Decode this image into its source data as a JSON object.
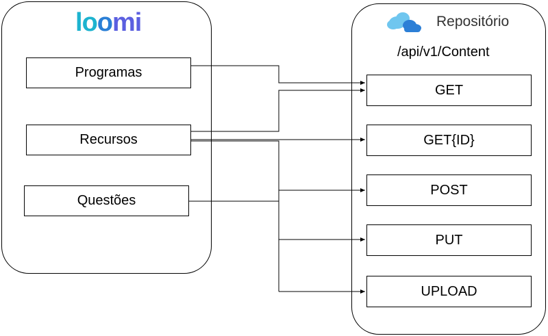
{
  "left": {
    "logo_text": "loomi",
    "items": [
      {
        "label": "Programas"
      },
      {
        "label": "Recursos"
      },
      {
        "label": "Questões"
      }
    ]
  },
  "right": {
    "title": "Repositório",
    "api_path": "/api/v1/Content",
    "icon": "cloud-icon",
    "endpoints": [
      {
        "label": "GET"
      },
      {
        "label": "GET{ID}"
      },
      {
        "label": "POST"
      },
      {
        "label": "PUT"
      },
      {
        "label": "UPLOAD"
      }
    ]
  },
  "colors": {
    "loomi_light": "#1db3cf",
    "loomi_mid": "#2a7fd6",
    "loomi_dark": "#5b5fe0",
    "cloud_light": "#6fc6ef",
    "cloud_dark": "#2c7fd6"
  }
}
